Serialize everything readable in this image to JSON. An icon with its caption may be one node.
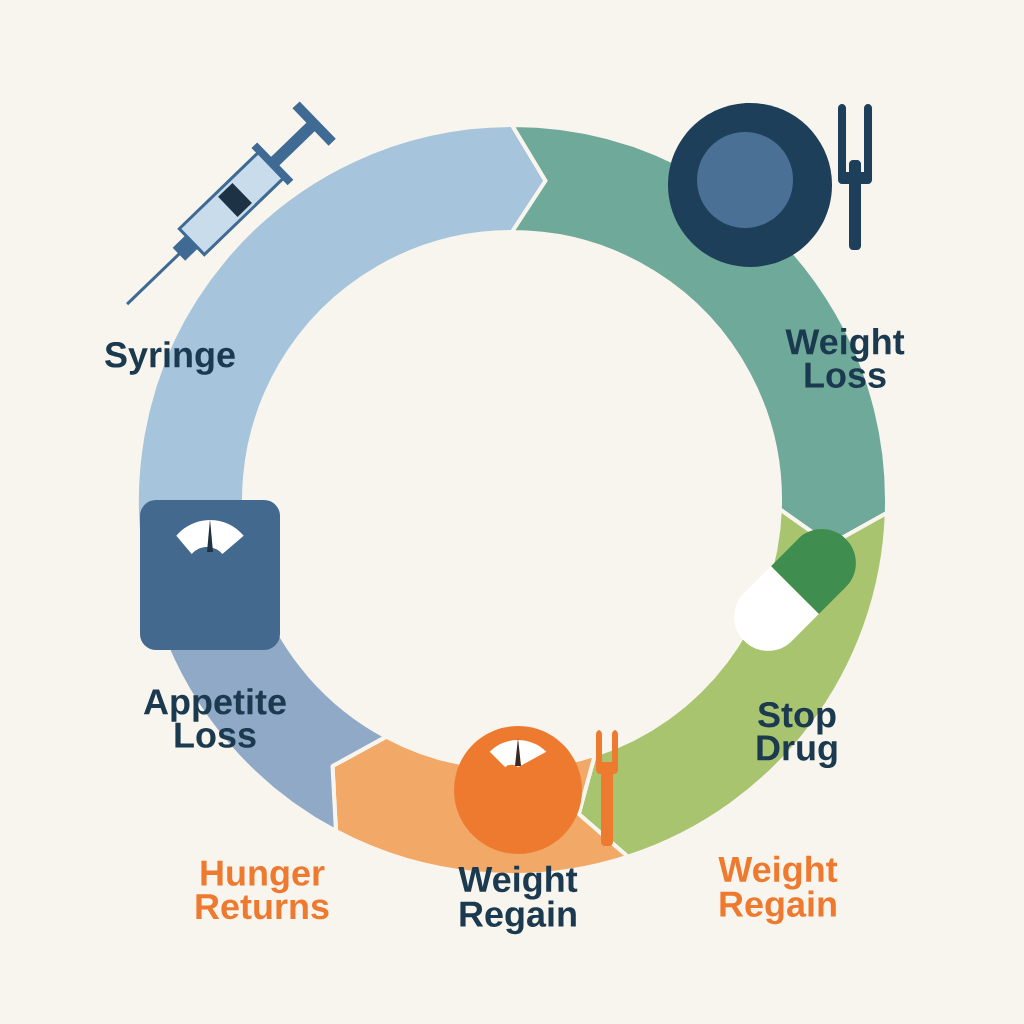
{
  "diagram": {
    "nodes": [
      {
        "text": [
          "Syringe"
        ]
      },
      {
        "text": [
          "Weight Loss"
        ]
      },
      {
        "text": [
          "Stop Drug"
        ]
      },
      {
        "text": [
          "Weight Regain"
        ]
      },
      {
        "text": [
          "Appetite Loss"
        ]
      }
    ],
    "labels": [
      "Hunger Returns",
      "Weight Regain"
    ]
  }
}
